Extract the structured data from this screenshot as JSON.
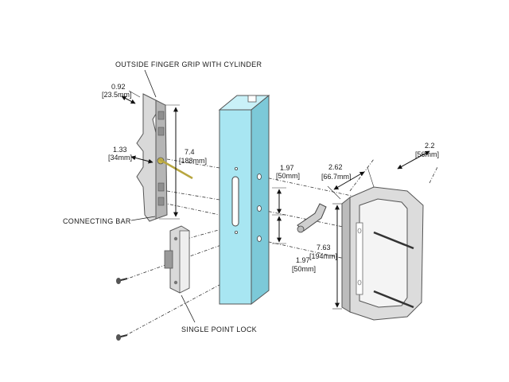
{
  "labels": {
    "finger_grip": "OUTSIDE FINGER GRIP WITH CYLINDER",
    "connecting_bar": "CONNECTING BAR",
    "single_point_lock": "SINGLE POINT LOCK"
  },
  "dimensions": {
    "grip_depth_in": "0.92",
    "grip_depth_mm": "[23.5mm]",
    "cylinder_in": "1.33",
    "cylinder_mm": "[34mm]",
    "grip_height_in": "7.4",
    "grip_height_mm": "[188mm]",
    "spacing_top_in": "1.97",
    "spacing_top_mm": "[50mm]",
    "spacing_bottom_in": "1.97",
    "spacing_bottom_mm": "[50mm]",
    "handle_proj_in": "2.62",
    "handle_proj_mm": "[66.7mm]",
    "handle_width_in": "2.2",
    "handle_width_mm": "[56mm]",
    "handle_height_in": "7.63",
    "handle_height_mm": "[194mm]"
  },
  "colors": {
    "frame": "#a8e6f2",
    "frame_dark": "#7cc9d8",
    "metal": "#d9d9d9",
    "metal_dark": "#9a9a9a",
    "bar": "#b8a640"
  }
}
